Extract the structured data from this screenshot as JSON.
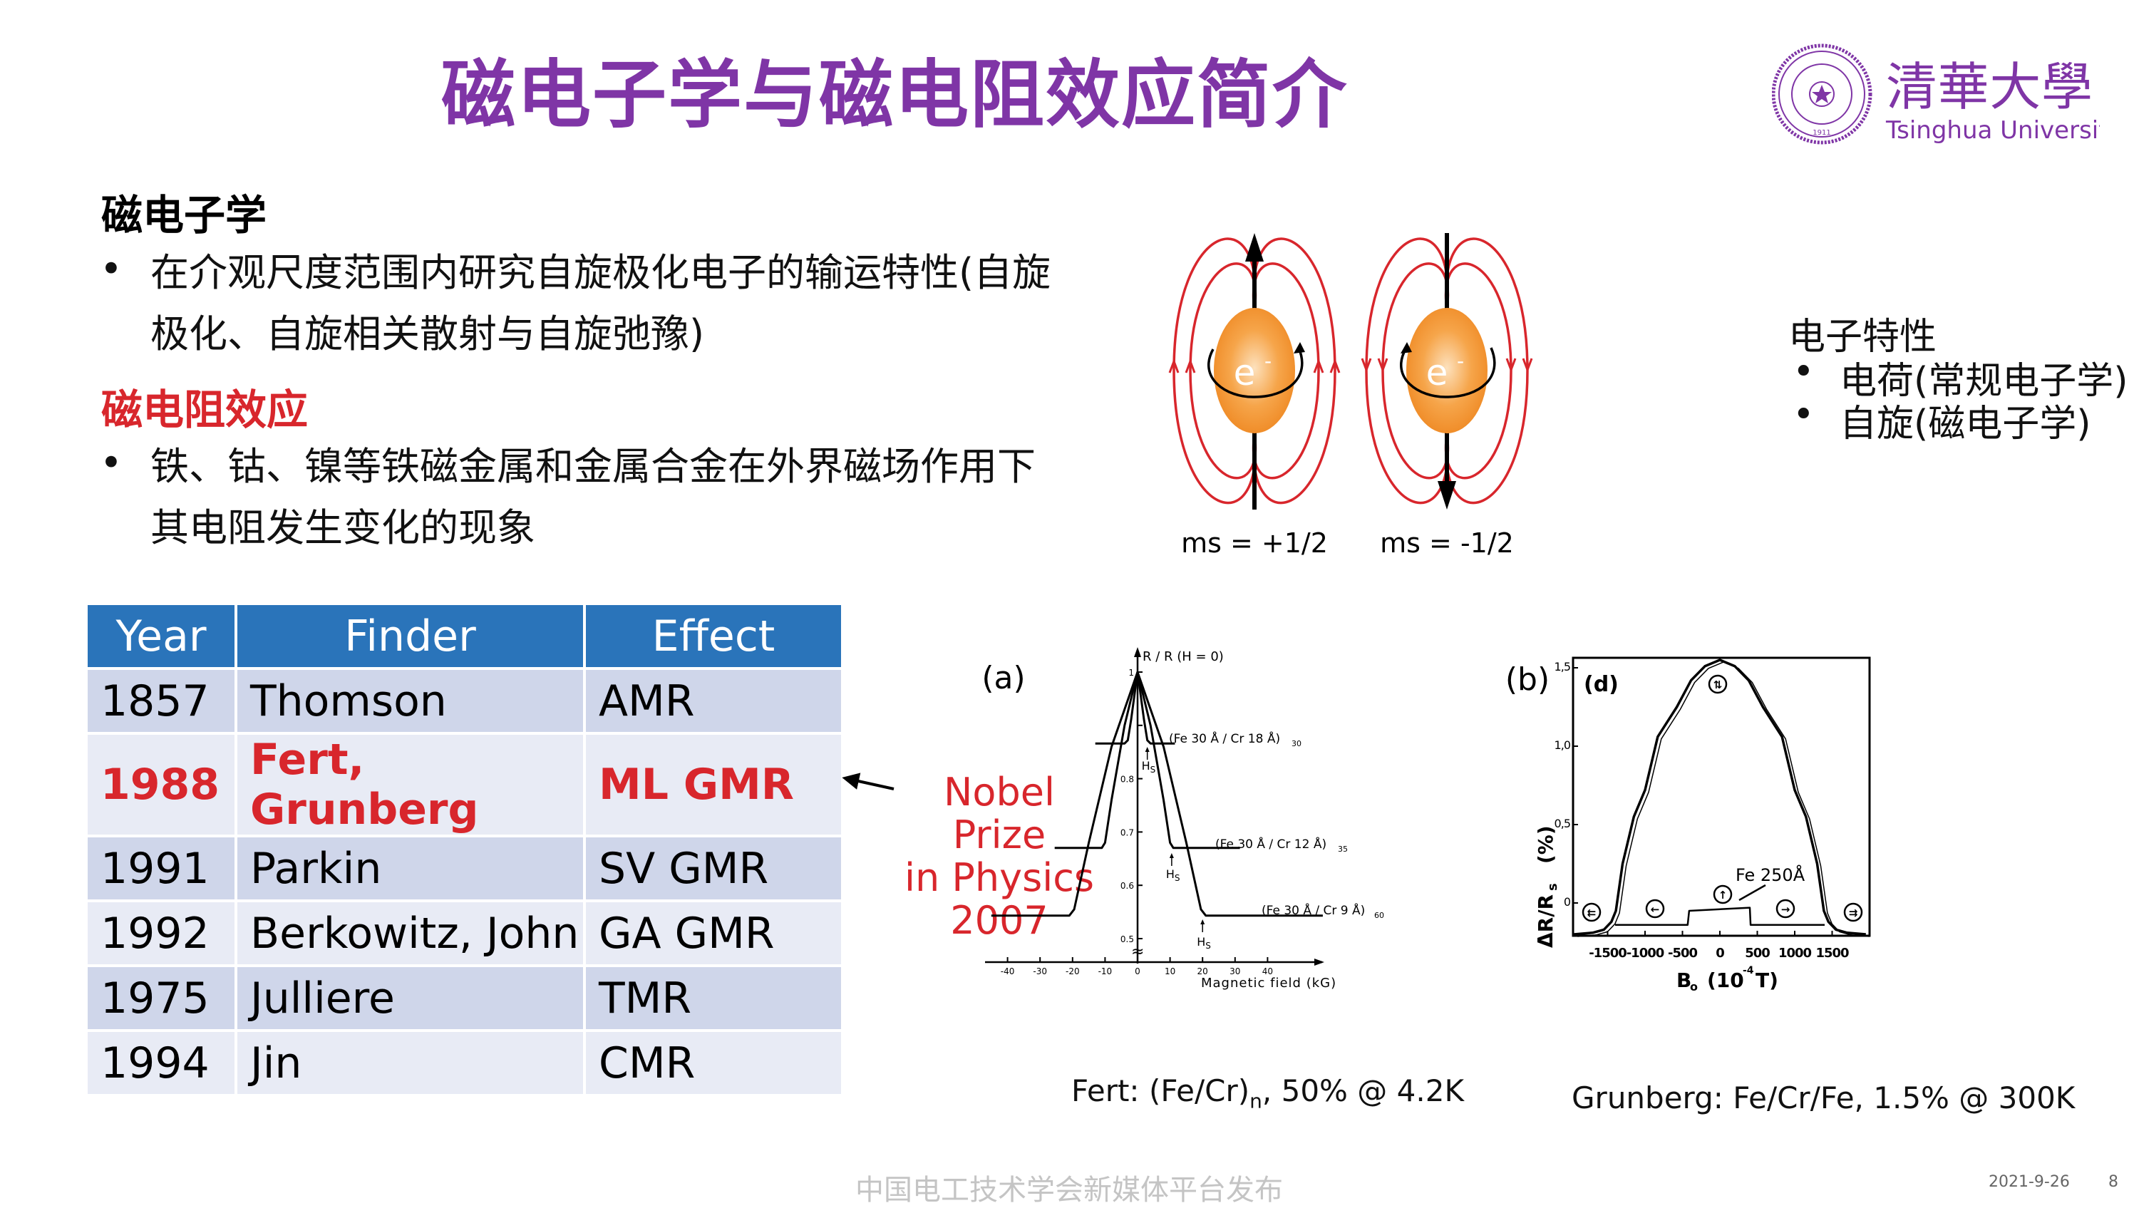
{
  "title": "磁电子学与磁电阻效应简介",
  "logo": {
    "chinese": "清華大學",
    "english": "Tsinghua University",
    "seal_year": "1911",
    "color": "#7f35a6"
  },
  "section1": {
    "heading": "磁电子学",
    "bullet_lines": [
      "在介观尺度范围内研究自旋极化电子的输运特性(自旋",
      "极化、自旋相关散射与自旋弛豫)"
    ]
  },
  "section2": {
    "heading": "磁电阻效应",
    "heading_color": "#d8262c",
    "bullet_lines": [
      "铁、钴、镍等铁磁金属和金属合金在外界磁场作用下",
      "其电阻发生变化的现象"
    ]
  },
  "bullet_symbol": "•",
  "table": {
    "headers": [
      "Year",
      "Finder",
      "Effect"
    ],
    "header_color": "#2a74ba",
    "rows": [
      {
        "year": "1857",
        "finder": "Thomson",
        "effect": "AMR"
      },
      {
        "year": "1988",
        "finder": "Fert, Grunberg",
        "effect": "ML GMR",
        "highlight": true
      },
      {
        "year": "1991",
        "finder": "Parkin",
        "effect": "SV GMR"
      },
      {
        "year": "1992",
        "finder": "Berkowitz, John",
        "effect": "GA GMR"
      },
      {
        "year": "1975",
        "finder": "Julliere",
        "effect": "TMR"
      },
      {
        "year": "1994",
        "finder": "Jin",
        "effect": "CMR"
      }
    ]
  },
  "nobel_note": {
    "lines": [
      "Nobel Prize",
      "in Physics",
      "2007"
    ],
    "color": "#d8262c"
  },
  "spin_diagrams": [
    {
      "particle": "e",
      "charge": "-",
      "label": "ms = +1/2",
      "spin": "up"
    },
    {
      "particle": "e",
      "charge": "-",
      "label": "ms = -1/2",
      "spin": "down"
    }
  ],
  "electron_properties": {
    "heading": "电子特性",
    "items": [
      "电荷(常规电子学)",
      "自旋(磁电子学)"
    ]
  },
  "chart_data": [
    {
      "type": "line",
      "panel_label": "(a)",
      "ylabel": "R / R (H = 0)",
      "xlabel": "Magnetic  field  (kG)",
      "xlim": [
        -48,
        58
      ],
      "ylim": [
        0.5,
        1
      ],
      "y_axis_break": "≈",
      "x_ticks": [
        -40,
        -30,
        -20,
        -10,
        0,
        10,
        20,
        30,
        40
      ],
      "x_tick_labels": [
        "-40",
        "-30",
        "-20",
        "-10",
        "0",
        "10",
        "20",
        "30",
        "40"
      ],
      "y_ticks": [
        0.5,
        0.6,
        0.7,
        0.8,
        0.9,
        1
      ],
      "y_tick_labels": [
        "0.5",
        "0.6",
        "0.7",
        "0.8",
        "",
        "1"
      ],
      "grid": false,
      "series": [
        {
          "name": "(Fe 30 Å / Cr 18 Å)",
          "subscript": "30",
          "hs": 3,
          "points": [
            [
              -13,
              0.866
            ],
            [
              -4,
              0.866
            ],
            [
              -3,
              0.872
            ],
            [
              -2,
              0.91
            ],
            [
              0,
              1
            ],
            [
              2,
              0.91
            ],
            [
              3,
              0.872
            ],
            [
              4,
              0.866
            ],
            [
              11.5,
              0.866
            ]
          ]
        },
        {
          "name": "(Fe 30 Å / Cr 12 Å)",
          "subscript": "35",
          "hs": 10.5,
          "points": [
            [
              -25.5,
              0.67
            ],
            [
              -11,
              0.67
            ],
            [
              -10,
              0.68
            ],
            [
              -8,
              0.76
            ],
            [
              -4,
              0.9
            ],
            [
              0,
              1
            ],
            [
              4,
              0.9
            ],
            [
              8,
              0.76
            ],
            [
              10,
              0.68
            ],
            [
              11,
              0.67
            ],
            [
              31.5,
              0.67
            ]
          ]
        },
        {
          "name": "(Fe 30 Å / Cr 9 Å)",
          "subscript": "60",
          "hs": 20,
          "points": [
            [
              -45,
              0.543
            ],
            [
              -21,
              0.543
            ],
            [
              -19.5,
              0.555
            ],
            [
              -15,
              0.68
            ],
            [
              -8,
              0.86
            ],
            [
              0,
              1
            ],
            [
              8,
              0.86
            ],
            [
              15,
              0.68
            ],
            [
              19.5,
              0.555
            ],
            [
              21,
              0.543
            ],
            [
              57,
              0.543
            ]
          ]
        }
      ],
      "hs_label": "H",
      "hs_sub": "S",
      "caption": {
        "text": "Fert: (Fe/Cr)",
        "sub": "n",
        "rest": ", 50% @ 4.2K"
      }
    },
    {
      "type": "line",
      "panel_label": "(b)",
      "inset_label": "(d)",
      "ylabel": "ΔR/R",
      "ylabel_sub": "s",
      "ylabel_unit": "(%)",
      "xlabel": "B",
      "xlabel_sub": "o",
      "xlabel_unit": "(10",
      "xlabel_exp": "-4",
      "xlabel_end": " T)",
      "xlim": [
        -1960,
        1960
      ],
      "ylim": [
        -0.21,
        1.56
      ],
      "x_ticks": [
        -1500,
        -1000,
        -500,
        0,
        500,
        1000,
        1500
      ],
      "x_tick_labels": [
        "-1500",
        "-1000",
        "-500",
        "0",
        "500",
        "1000",
        "1500"
      ],
      "y_ticks": [
        0,
        0.5,
        1.0,
        1.5
      ],
      "y_tick_labels": [
        "0",
        "0,5",
        "1,0",
        "1,5"
      ],
      "grid": false,
      "series": [
        {
          "points": [
            [
              -1950,
              -0.2
            ],
            [
              -1700,
              -0.19
            ],
            [
              -1550,
              -0.17
            ],
            [
              -1450,
              -0.12
            ],
            [
              -1390,
              -0.05
            ],
            [
              -1300,
              0.25
            ],
            [
              -1150,
              0.55
            ],
            [
              -1000,
              0.72
            ],
            [
              -830,
              1.06
            ],
            [
              -575,
              1.25
            ],
            [
              -385,
              1.42
            ],
            [
              -200,
              1.51
            ],
            [
              0,
              1.55
            ],
            [
              200,
              1.51
            ],
            [
              385,
              1.42
            ],
            [
              575,
              1.25
            ],
            [
              830,
              1.06
            ],
            [
              1000,
              0.72
            ],
            [
              1150,
              0.55
            ],
            [
              1300,
              0.25
            ],
            [
              1390,
              -0.05
            ],
            [
              1450,
              -0.12
            ],
            [
              1550,
              -0.17
            ],
            [
              1700,
              -0.19
            ],
            [
              1950,
              -0.2
            ]
          ]
        },
        {
          "name": "Fe 250Å",
          "points": [
            [
              -1400,
              -0.14
            ],
            [
              -430,
              -0.14
            ],
            [
              -410,
              -0.05
            ],
            [
              400,
              -0.03
            ],
            [
              410,
              -0.14
            ],
            [
              1400,
              -0.14
            ]
          ]
        }
      ],
      "annotation": "Fe 250Å",
      "magnetization_states": [
        "⇇",
        "←",
        "⇅",
        "↑",
        "→",
        "⇉"
      ],
      "caption": "Grunberg: Fe/Cr/Fe, 1.5% @ 300K"
    }
  ],
  "footer": {
    "watermark": "中国电工技术学会新媒体平台发布",
    "date": "2021-9-26",
    "page": "8"
  }
}
